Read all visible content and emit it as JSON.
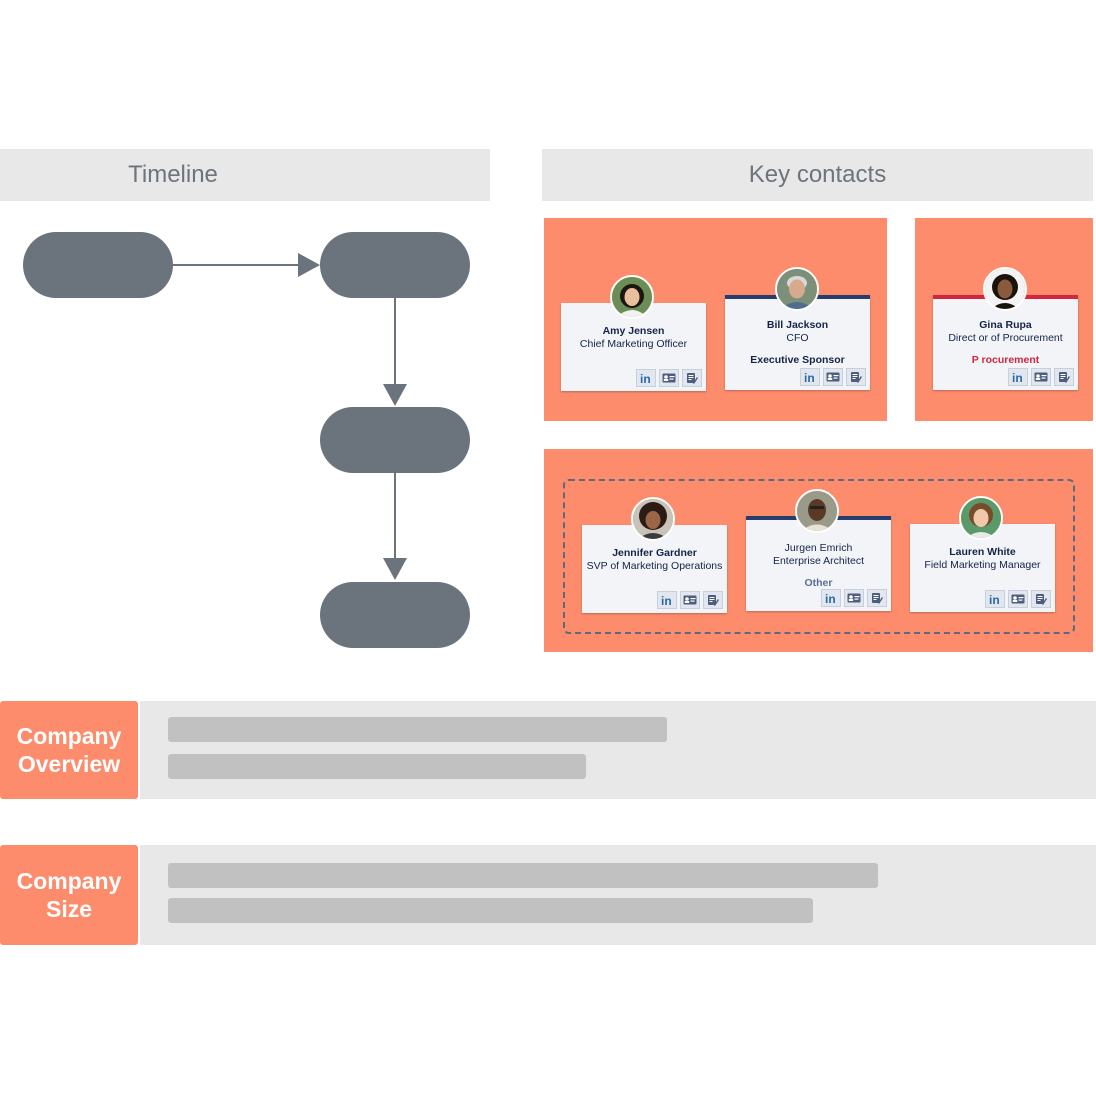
{
  "headers": {
    "timeline": "Timeline",
    "contacts": "Key contacts"
  },
  "contacts": {
    "amy": {
      "name": "Amy Jensen",
      "role": "Chief Marketing Officer",
      "tag": ""
    },
    "bill": {
      "name": "Bill Jackson",
      "role": "CFO",
      "tag": "Executive Sponsor"
    },
    "gina": {
      "name": "Gina Rupa",
      "role": "Direct  or of Procurement",
      "tag": "P  rocurement"
    },
    "jennifer": {
      "name": "Jennifer Gardner",
      "role": "SVP of Marketing Operations",
      "tag": ""
    },
    "jurgen": {
      "name": "Jurgen Emrich",
      "role": "Enterprise Architect",
      "tag": "Other"
    },
    "lauren": {
      "name": "Lauren White",
      "role": "Field Marketing Manager",
      "tag": ""
    }
  },
  "card_icons": [
    "linkedin-icon",
    "contact-card-icon",
    "notes-icon"
  ],
  "sections": [
    {
      "label": "Company Overview"
    },
    {
      "label": "Company Size"
    }
  ],
  "colors": {
    "accent": "#fd8c6d",
    "pill": "#6b737c",
    "header_bg": "#e8e8e8",
    "card_navy": "#273e6c",
    "card_red": "#d0273e",
    "placeholder_bar": "#c1c1c1"
  }
}
